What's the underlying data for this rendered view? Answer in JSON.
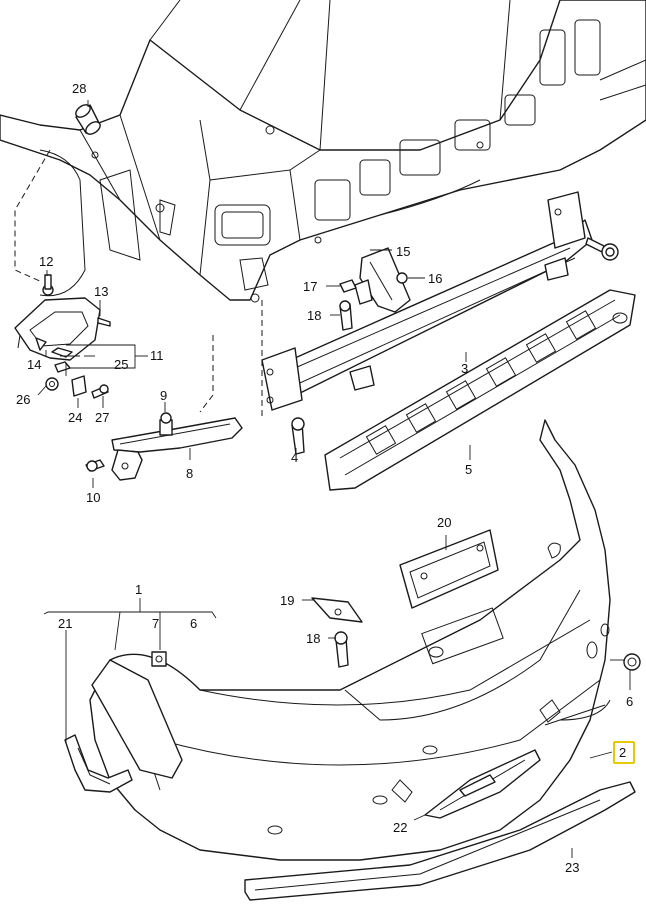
{
  "labels": {
    "l1": "1",
    "l2": "2",
    "l3": "3",
    "l4": "4",
    "l5": "5",
    "l6a": "6",
    "l6b": "6",
    "l7": "7",
    "l8": "8",
    "l9": "9",
    "l10": "10",
    "l11": "11",
    "l12": "12",
    "l13": "13",
    "l14": "14",
    "l15": "15",
    "l16": "16",
    "l17": "17",
    "l18a": "18",
    "l18b": "18",
    "l19": "19",
    "l20": "20",
    "l21": "21",
    "l22": "22",
    "l23": "23",
    "l24": "24",
    "l25": "25",
    "l26": "26",
    "l27": "27",
    "l28": "28"
  },
  "highlight": {
    "label": "l2",
    "color": "#e8c800"
  }
}
